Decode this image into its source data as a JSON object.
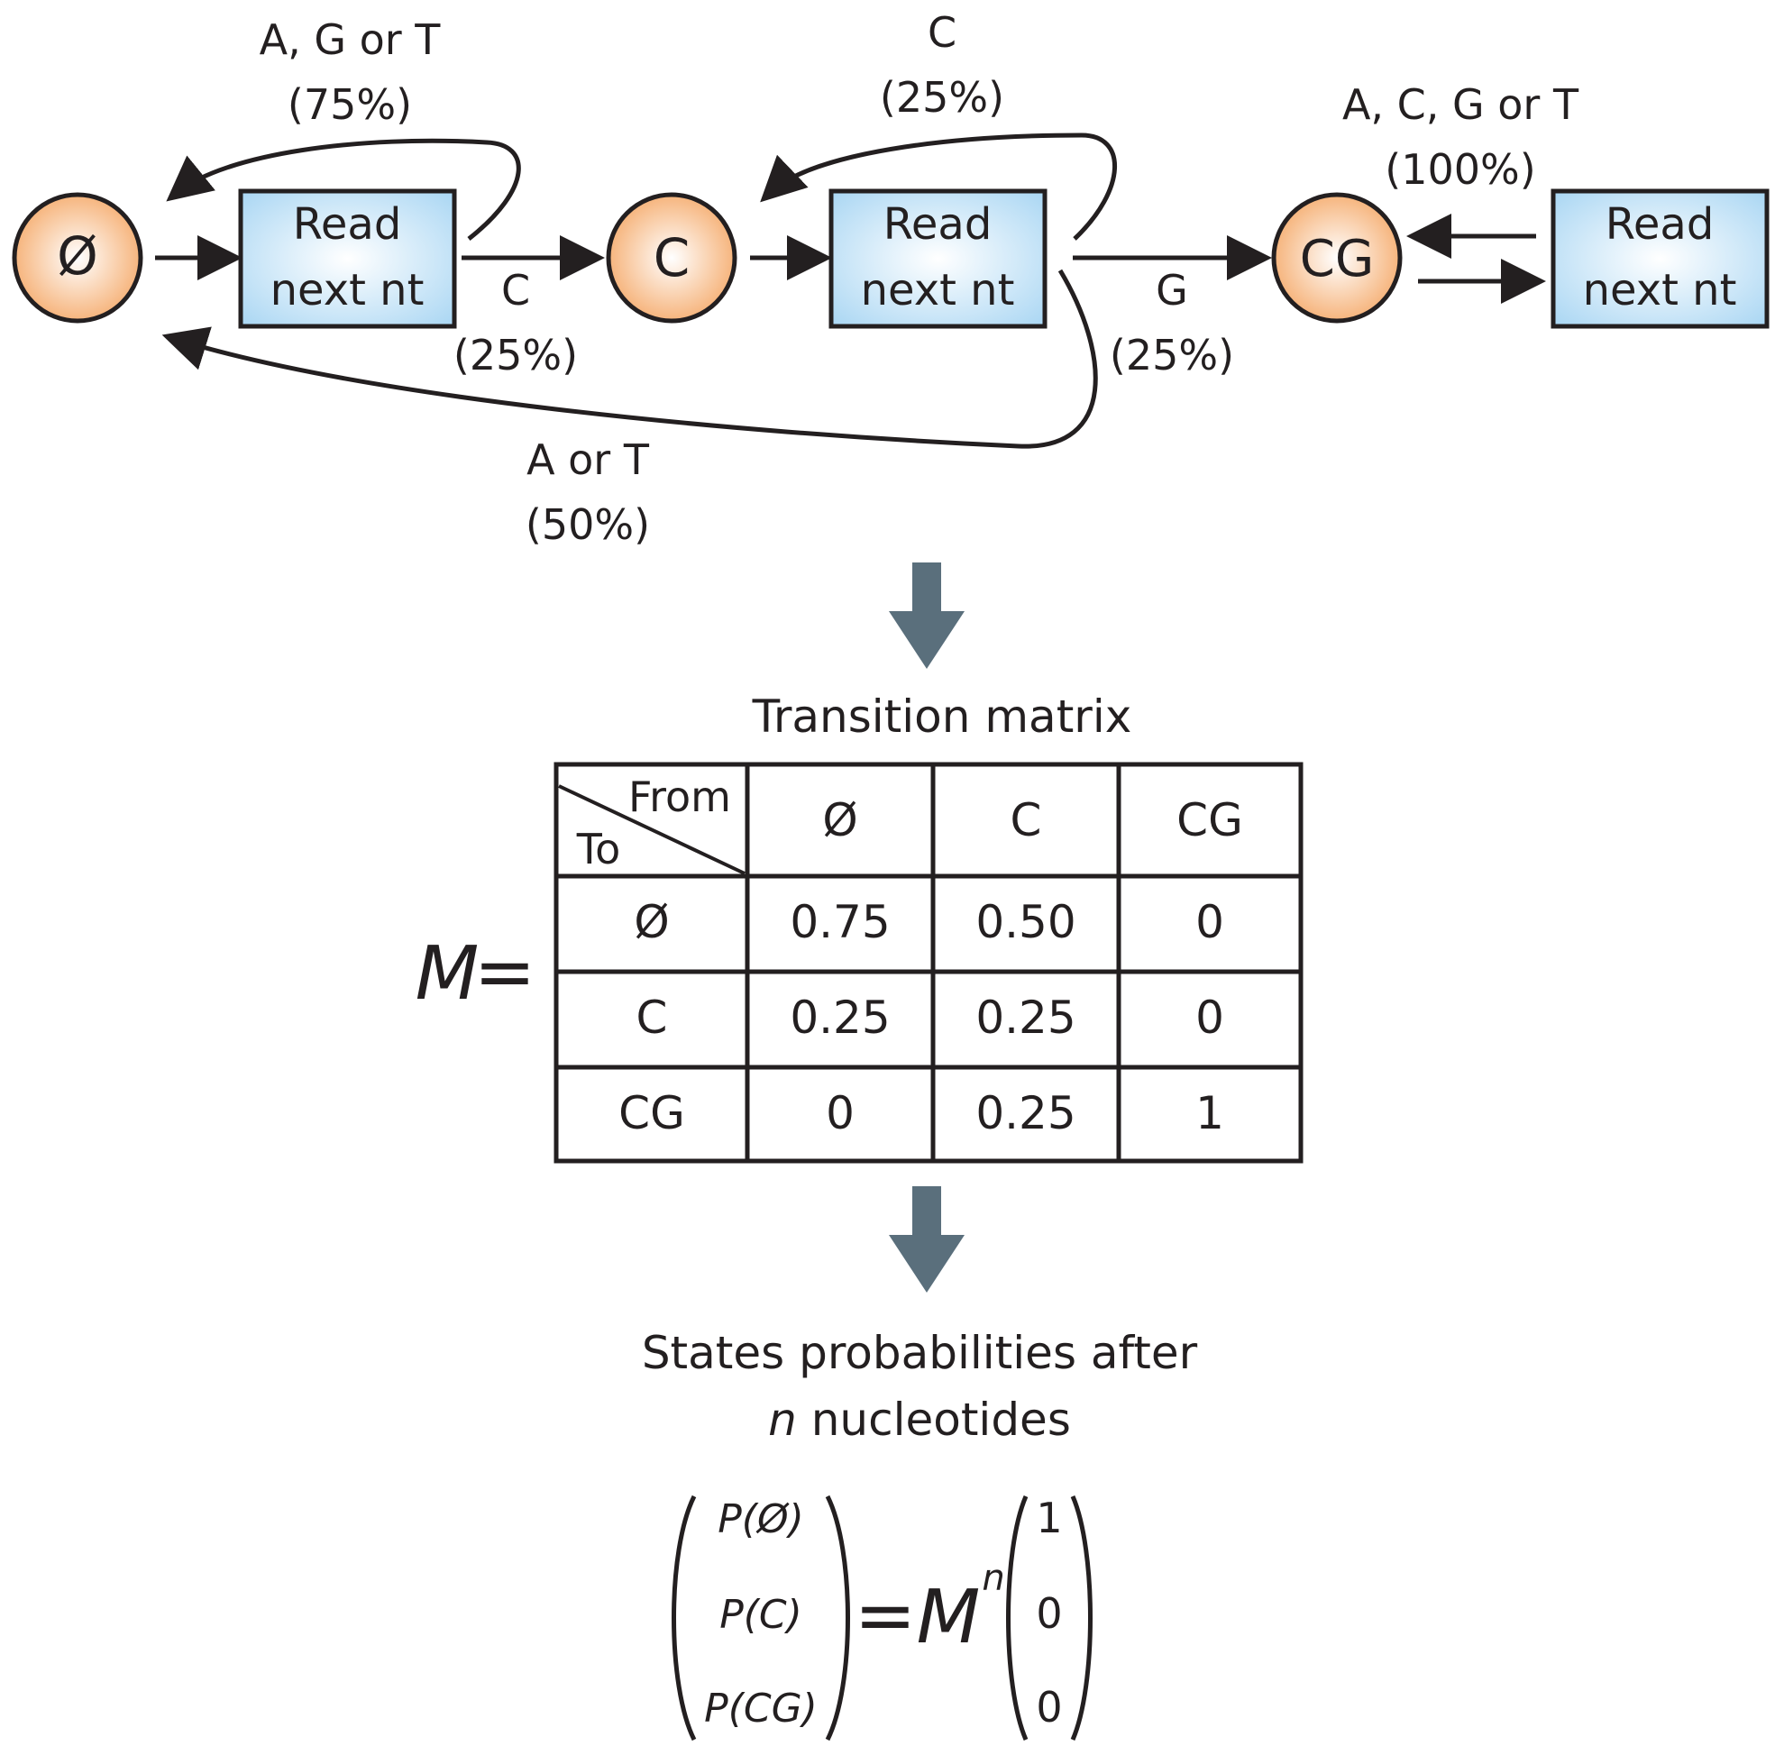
{
  "states": [
    {
      "id": "empty",
      "label": "Ø"
    },
    {
      "id": "c",
      "label": "C"
    },
    {
      "id": "cg",
      "label": "CG"
    }
  ],
  "read_boxes": [
    {
      "line1": "Read",
      "line2": "next nt"
    },
    {
      "line1": "Read",
      "line2": "next nt"
    },
    {
      "line1": "Read",
      "line2": "next nt"
    }
  ],
  "transitions": {
    "agt_loop": {
      "bases": "A, G or T",
      "pct": "(75%)"
    },
    "c_forward": {
      "bases": "C",
      "pct": "(25%)"
    },
    "c_loop": {
      "bases": "C",
      "pct": "(25%)"
    },
    "g_forward": {
      "bases": "G",
      "pct": "(25%)"
    },
    "at_back": {
      "bases": "A or T",
      "pct": "(50%)"
    },
    "all_loop": {
      "bases": "A, C, G or T",
      "pct": "(100%)"
    }
  },
  "matrix": {
    "title": "Transition matrix",
    "symbol": "M",
    "equals": "=",
    "corner_from": "From",
    "corner_to": "To",
    "col_headers": [
      "Ø",
      "C",
      "CG"
    ],
    "rows": [
      {
        "header": "Ø",
        "cells": [
          "0.75",
          "0.50",
          "0"
        ]
      },
      {
        "header": "C",
        "cells": [
          "0.25",
          "0.25",
          "0"
        ]
      },
      {
        "header": "CG",
        "cells": [
          "0",
          "0.25",
          "1"
        ]
      }
    ]
  },
  "result": {
    "line1": "States probabilities after",
    "line2_var": "n",
    "line2_rest": " nucleotides",
    "lhs": [
      "P(Ø)",
      "P(C)",
      "P(CG)"
    ],
    "equals": "=",
    "operator": "M",
    "exponent": "n",
    "rhs": [
      "1",
      "0",
      "0"
    ]
  },
  "colors": {
    "state_fill": "#f9c99a",
    "box_fill": "#bfe0f5",
    "stroke": "#231f20",
    "flow_arrow": "#5a6f7c"
  }
}
